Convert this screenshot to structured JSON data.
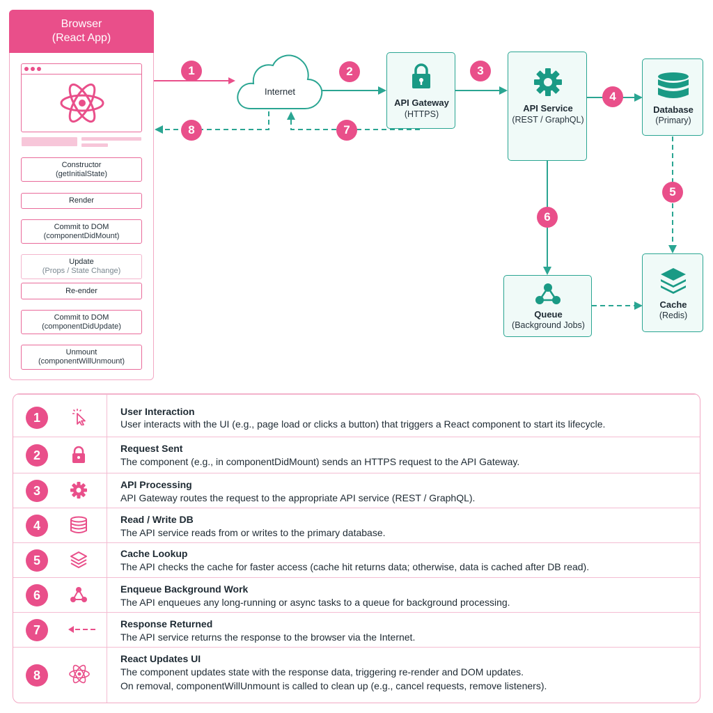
{
  "browser": {
    "title": "Browser",
    "subtitle": "(React App)",
    "lifecycle": [
      {
        "title": "Constructor",
        "sub": "(getInitialState)"
      },
      {
        "title": "Render",
        "sub": ""
      },
      {
        "title": "Commit to DOM",
        "sub": "(componentDidMount)"
      },
      {
        "title": "Update",
        "sub": "(Props / State Change)"
      },
      {
        "title": "Re-ender",
        "sub": ""
      },
      {
        "title": "Commit to DOM",
        "sub": "(componentDidUpdate)"
      },
      {
        "title": "Unmount",
        "sub": "(componentWillUnmount)"
      }
    ]
  },
  "nodes": {
    "internet": {
      "label": "Internet"
    },
    "gateway": {
      "title": "API Gateway",
      "sub": "(HTTPS)"
    },
    "service": {
      "title": "API Service",
      "sub": "(REST / GraphQL)"
    },
    "database": {
      "title": "Database",
      "sub": "(Primary)"
    },
    "queue": {
      "title": "Queue",
      "sub": "(Background Jobs)"
    },
    "cache": {
      "title": "Cache",
      "sub": "(Redis)"
    }
  },
  "badges": [
    "1",
    "2",
    "3",
    "4",
    "5",
    "6",
    "7",
    "8"
  ],
  "legend": [
    {
      "num": "1",
      "icon": "pointer-click-icon",
      "title": "User Interaction",
      "desc": [
        "User interacts with the UI (e.g., page load or clicks a button) that triggers a React component to start its lifecycle."
      ]
    },
    {
      "num": "2",
      "icon": "lock-icon",
      "title": "Request Sent",
      "desc": [
        "The component (e.g., in componentDidMount) sends an HTTPS request to the API Gateway."
      ]
    },
    {
      "num": "3",
      "icon": "gear-icon",
      "title": "API Processing",
      "desc": [
        "API Gateway routes the request to the appropriate API service (REST / GraphQL)."
      ]
    },
    {
      "num": "4",
      "icon": "database-icon",
      "title": "Read / Write DB",
      "desc": [
        "The API service reads from or writes to the primary database."
      ]
    },
    {
      "num": "5",
      "icon": "layers-icon",
      "title": "Cache Lookup",
      "desc": [
        "The API checks the cache for faster access (cache hit returns data; otherwise, data is cached after DB read)."
      ]
    },
    {
      "num": "6",
      "icon": "queue-nodes-icon",
      "title": "Enqueue Background Work",
      "desc": [
        "The API enqueues any long-running or async tasks to a queue for background processing."
      ]
    },
    {
      "num": "7",
      "icon": "dashed-arrow-left-icon",
      "title": "Response Returned",
      "desc": [
        "The API service returns the response to the browser via the Internet."
      ]
    },
    {
      "num": "8",
      "icon": "react-atom-icon",
      "title": "React Updates UI",
      "desc": [
        "The component updates state with the response data, triggering re-render and DOM updates.",
        "On removal, componentWillUnmount is called to clean up (e.g., cancel requests, remove listeners)."
      ]
    }
  ],
  "colors": {
    "pink": "#e94f8a",
    "teal": "#2aa592",
    "light_pink": "#f7c6d9"
  }
}
